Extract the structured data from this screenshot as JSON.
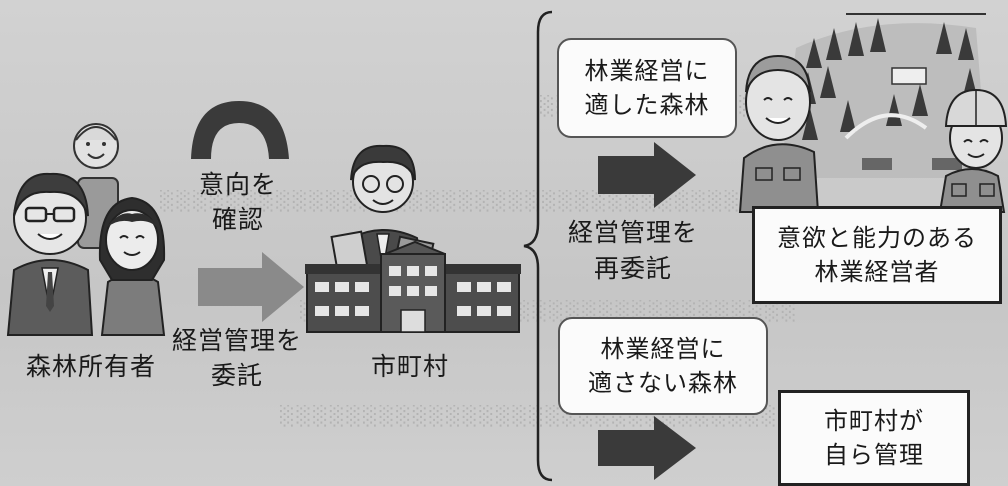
{
  "labels": {
    "owner": "森林所有者",
    "confirm_line1": "意向を",
    "confirm_line2": "確認",
    "entrust_line1": "経営管理を",
    "entrust_line2": "委託",
    "municipality": "市町村",
    "reentrust_line1": "経営管理を",
    "reentrust_line2": "再委託"
  },
  "boxes": {
    "suitable_line1": "林業経営に",
    "suitable_line2": "適した森林",
    "unsuitable_line1": "林業経営に",
    "unsuitable_line2": "適さない森林",
    "operators_line1": "意欲と能力のある",
    "operators_line2": "林業経営者",
    "self_manage_line1": "市町村が",
    "self_manage_line2": "自ら管理"
  },
  "colors": {
    "arrow_light": "#8a8a8a",
    "arrow_dark": "#3a3a3a",
    "box_border": "#333333",
    "background": "#c9c9c9"
  }
}
